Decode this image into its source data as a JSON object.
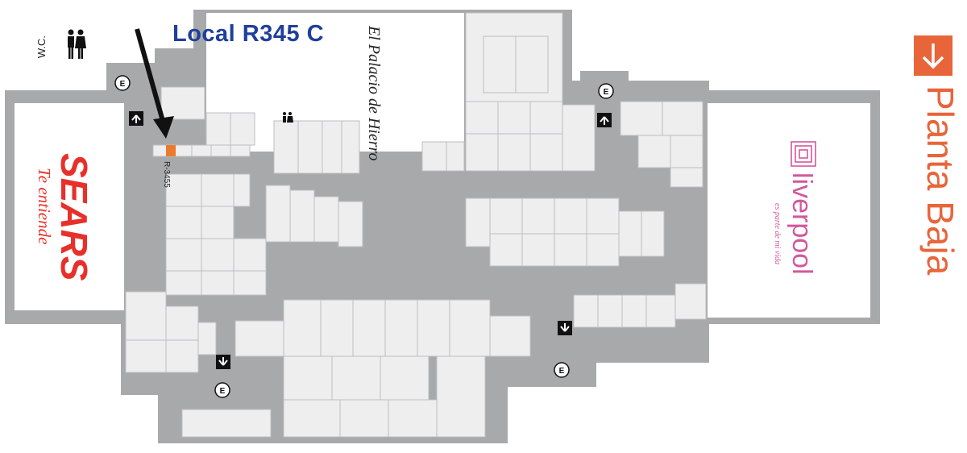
{
  "header": {
    "local_label": "Local R345 C"
  },
  "floor": {
    "label": "Planta Baja",
    "icon": "down-arrow-icon",
    "accent": "#e8653a"
  },
  "amenities": {
    "wc_label": "W.C.",
    "wc_small": "W.C."
  },
  "stores": {
    "sears": {
      "name": "SEARS",
      "tagline": "Te entiende",
      "color": "#e8302a"
    },
    "palacio": {
      "name": "El Palacio de Hierro"
    },
    "liverpool": {
      "name": "liverpool",
      "tagline": "es parte de mi vida",
      "color": "#d2589d"
    }
  },
  "highlight": {
    "unit_code": "R-3455",
    "color": "#ec7a2c"
  },
  "map_markers": {
    "elevator": "E",
    "escalator_up": "up-arrow-icon",
    "escalator_down": "down-arrow-icon"
  },
  "colors": {
    "corridor": "#a8a9ab",
    "shop": "#eeeeef",
    "anchor": "#ffffff",
    "shop_outline": "#bdbec0"
  }
}
